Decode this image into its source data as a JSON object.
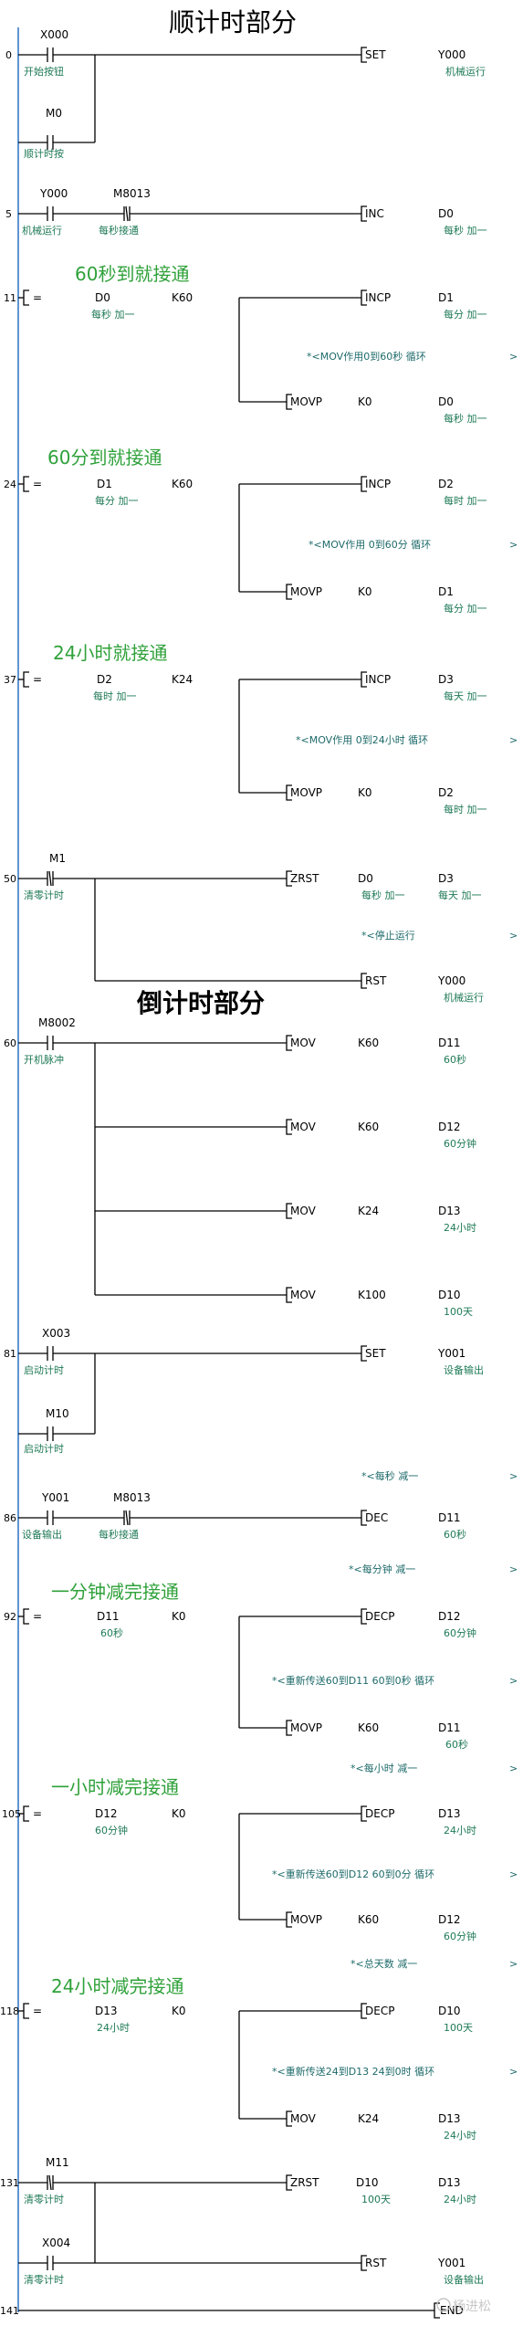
{
  "titles": {
    "forward": "顺计时部分",
    "countdown": "倒计时部分"
  },
  "steps": [
    "0",
    "5",
    "11",
    "24",
    "37",
    "50",
    "60",
    "81",
    "86",
    "92",
    "105",
    "118",
    "131",
    "141"
  ],
  "rungs": {
    "r0": {
      "c1": "X000",
      "c1c": "开始按钮",
      "c2": "M0",
      "c2c": "顺计时按",
      "ins": "SET",
      "op1": "Y000",
      "op1c": "机械运行"
    },
    "r5": {
      "c1": "Y000",
      "c1c": "机械运行",
      "c2": "M8013",
      "c2c": "每秒接通",
      "ins": "INC",
      "op1": "D0",
      "op1c": "每秒 加一"
    },
    "r11": {
      "head": "60秒到就接通",
      "cmp": "=",
      "a": "D0",
      "ac": "每秒 加一",
      "b": "K60",
      "i1": "INCP",
      "i1o": "D1",
      "i1oc": "每分 加一",
      "note": "*<MOV作用0到60秒 循环",
      "i2": "MOVP",
      "i2a": "K0",
      "i2b": "D0",
      "i2bc": "每秒 加一"
    },
    "r24": {
      "head": "60分到就接通",
      "cmp": "=",
      "a": "D1",
      "ac": "每分 加一",
      "b": "K60",
      "i1": "INCP",
      "i1o": "D2",
      "i1oc": "每时 加一",
      "note": "*<MOV作用 0到60分 循环",
      "i2": "MOVP",
      "i2a": "K0",
      "i2b": "D1",
      "i2bc": "每分 加一"
    },
    "r37": {
      "head": "24小时就接通",
      "cmp": "=",
      "a": "D2",
      "ac": "每时 加一",
      "b": "K24",
      "i1": "INCP",
      "i1o": "D3",
      "i1oc": "每天 加一",
      "note": "*<MOV作用 0到24小时  循环",
      "i2": "MOVP",
      "i2a": "K0",
      "i2b": "D2",
      "i2bc": "每时 加一"
    },
    "r50": {
      "c1": "M1",
      "c1c": "清零计时",
      "i1": "ZRST",
      "i1a": "D0",
      "i1ac": "每秒 加一",
      "i1b": "D3",
      "i1bc": "每天 加一",
      "note": "*<停止运行",
      "i2": "RST",
      "i2a": "Y000",
      "i2ac": "机械运行"
    },
    "r60": {
      "c1": "M8002",
      "c1c": "开机脉冲",
      "movs": [
        {
          "ins": "MOV",
          "src": "K60",
          "dst": "D11",
          "dstc": "60秒"
        },
        {
          "ins": "MOV",
          "src": "K60",
          "dst": "D12",
          "dstc": "60分钟"
        },
        {
          "ins": "MOV",
          "src": "K24",
          "dst": "D13",
          "dstc": "24小时"
        },
        {
          "ins": "MOV",
          "src": "K100",
          "dst": "D10",
          "dstc": "100天"
        }
      ]
    },
    "r81": {
      "c1": "X003",
      "c1c": "启动计时",
      "c2": "M10",
      "c2c": "启动计时",
      "ins": "SET",
      "op1": "Y001",
      "op1c": "设备输出"
    },
    "r86": {
      "note": "*<每秒 减一",
      "c1": "Y001",
      "c1c": "设备输出",
      "c2": "M8013",
      "c2c": "每秒接通",
      "ins": "DEC",
      "op1": "D11",
      "op1c": "60秒"
    },
    "r92": {
      "note0": "*<每分钟 减一",
      "head": "一分钟减完接通",
      "cmp": "=",
      "a": "D11",
      "ac": "60秒",
      "b": "K0",
      "i1": "DECP",
      "i1o": "D12",
      "i1oc": "60分钟",
      "note": "*<重新传送60到D11 60到0秒 循环",
      "i2": "MOVP",
      "i2a": "K60",
      "i2b": "D11",
      "i2bc": "60秒"
    },
    "r105": {
      "note0": "*<每小时 减一",
      "head": "一小时减完接通",
      "cmp": "=",
      "a": "D12",
      "ac": "60分钟",
      "b": "K0",
      "i1": "DECP",
      "i1o": "D13",
      "i1oc": "24小时",
      "note": "*<重新传送60到D12 60到0分 循环",
      "i2": "MOVP",
      "i2a": "K60",
      "i2b": "D12",
      "i2bc": "60分钟"
    },
    "r118": {
      "note0": "*<总天数 减一",
      "head": "24小时减完接通",
      "cmp": "=",
      "a": "D13",
      "ac": "24小时",
      "b": "K0",
      "i1": "DECP",
      "i1o": "D10",
      "i1oc": "100天",
      "note": "*<重新传送24到D13 24到0时 循环",
      "i2": "MOV",
      "i2a": "K24",
      "i2b": "D13",
      "i2bc": "24小时"
    },
    "r131": {
      "c1": "M11",
      "c1c": "清零计时",
      "c2": "X004",
      "c2c": "清零计时",
      "i1": "ZRST",
      "i1a": "D10",
      "i1ac": "100天",
      "i1b": "D13",
      "i1bc": "24小时",
      "i2": "RST",
      "i2a": "Y001",
      "i2ac": "设备输出"
    },
    "r141": {
      "ins": "END"
    }
  },
  "watermark": "杨进松"
}
